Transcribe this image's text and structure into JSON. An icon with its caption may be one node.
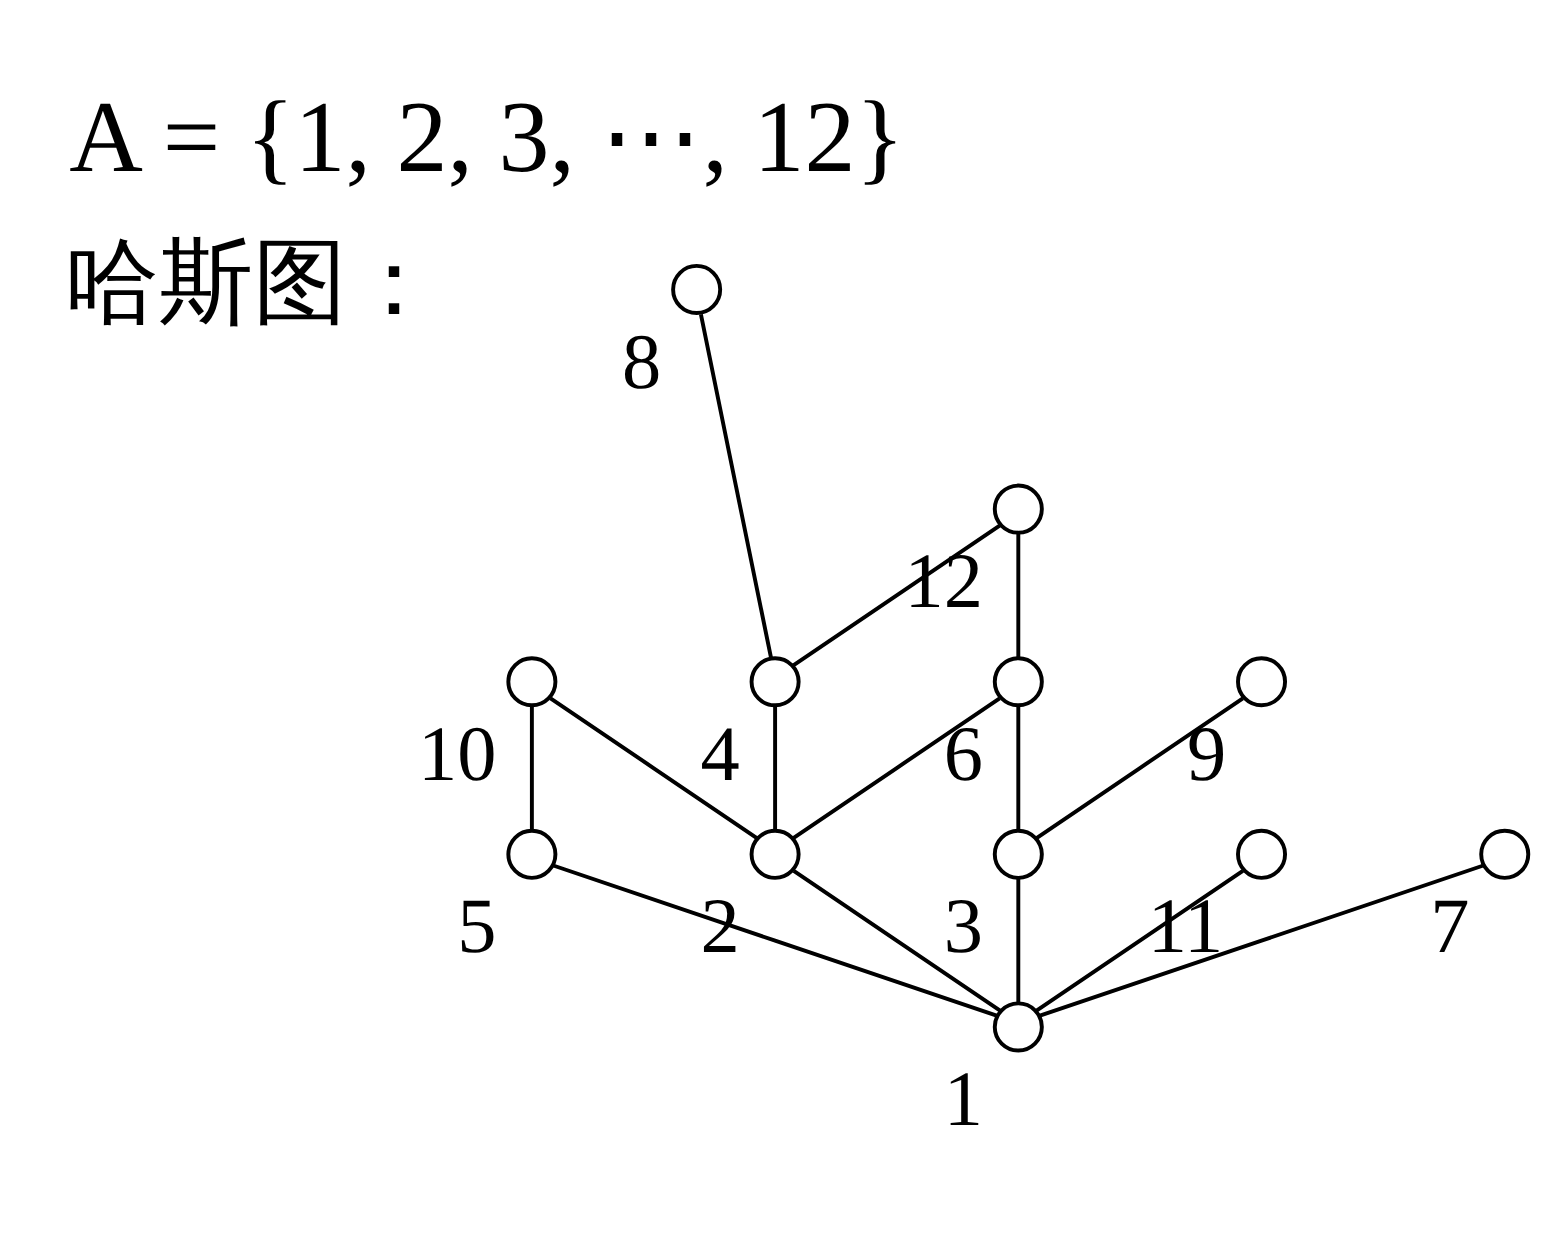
{
  "diagram": {
    "title": "A = {1, 2, 3, ⋯, 12}",
    "nodes": [
      {
        "text": [],
        "shape": "circle",
        "beside": [
          "8"
        ]
      },
      {
        "text": [],
        "shape": "circle",
        "beside": [
          "12"
        ]
      },
      {
        "text": [],
        "shape": "circle",
        "beside": [
          "4"
        ]
      },
      {
        "text": [],
        "shape": "circle",
        "beside": [
          "10"
        ]
      },
      {
        "text": [],
        "shape": "circle",
        "beside": [
          "6"
        ]
      },
      {
        "text": [],
        "shape": "circle",
        "beside": [
          "9"
        ]
      },
      {
        "text": [],
        "shape": "circle",
        "beside": [
          "2"
        ]
      },
      {
        "text": [],
        "shape": "circle",
        "beside": [
          "5"
        ]
      },
      {
        "text": [],
        "shape": "circle",
        "beside": [
          "3"
        ]
      },
      {
        "text": [],
        "shape": "circle",
        "beside": [
          "11"
        ]
      },
      {
        "text": [],
        "shape": "circle",
        "beside": [
          "7"
        ]
      },
      {
        "text": [],
        "shape": "circle",
        "beside": [
          "1"
        ]
      }
    ],
    "edges": [
      {
        "from": 2,
        "to": 0,
        "arrow": "none"
      },
      {
        "from": 2,
        "to": 1,
        "arrow": "none"
      },
      {
        "from": 4,
        "to": 1,
        "arrow": "none"
      },
      {
        "from": 6,
        "to": 2,
        "arrow": "none"
      },
      {
        "from": 6,
        "to": 3,
        "arrow": "none"
      },
      {
        "from": 7,
        "to": 3,
        "arrow": "none"
      },
      {
        "from": 6,
        "to": 4,
        "arrow": "none"
      },
      {
        "from": 8,
        "to": 4,
        "arrow": "none"
      },
      {
        "from": 8,
        "to": 5,
        "arrow": "none"
      },
      {
        "from": 11,
        "to": 6,
        "arrow": "none"
      },
      {
        "from": 11,
        "to": 7,
        "arrow": "none"
      },
      {
        "from": 11,
        "to": 8,
        "arrow": "none"
      },
      {
        "from": 11,
        "to": 9,
        "arrow": "none"
      },
      {
        "from": 11,
        "to": 10,
        "arrow": "none"
      }
    ],
    "labels": [
      "哈斯图："
    ]
  }
}
